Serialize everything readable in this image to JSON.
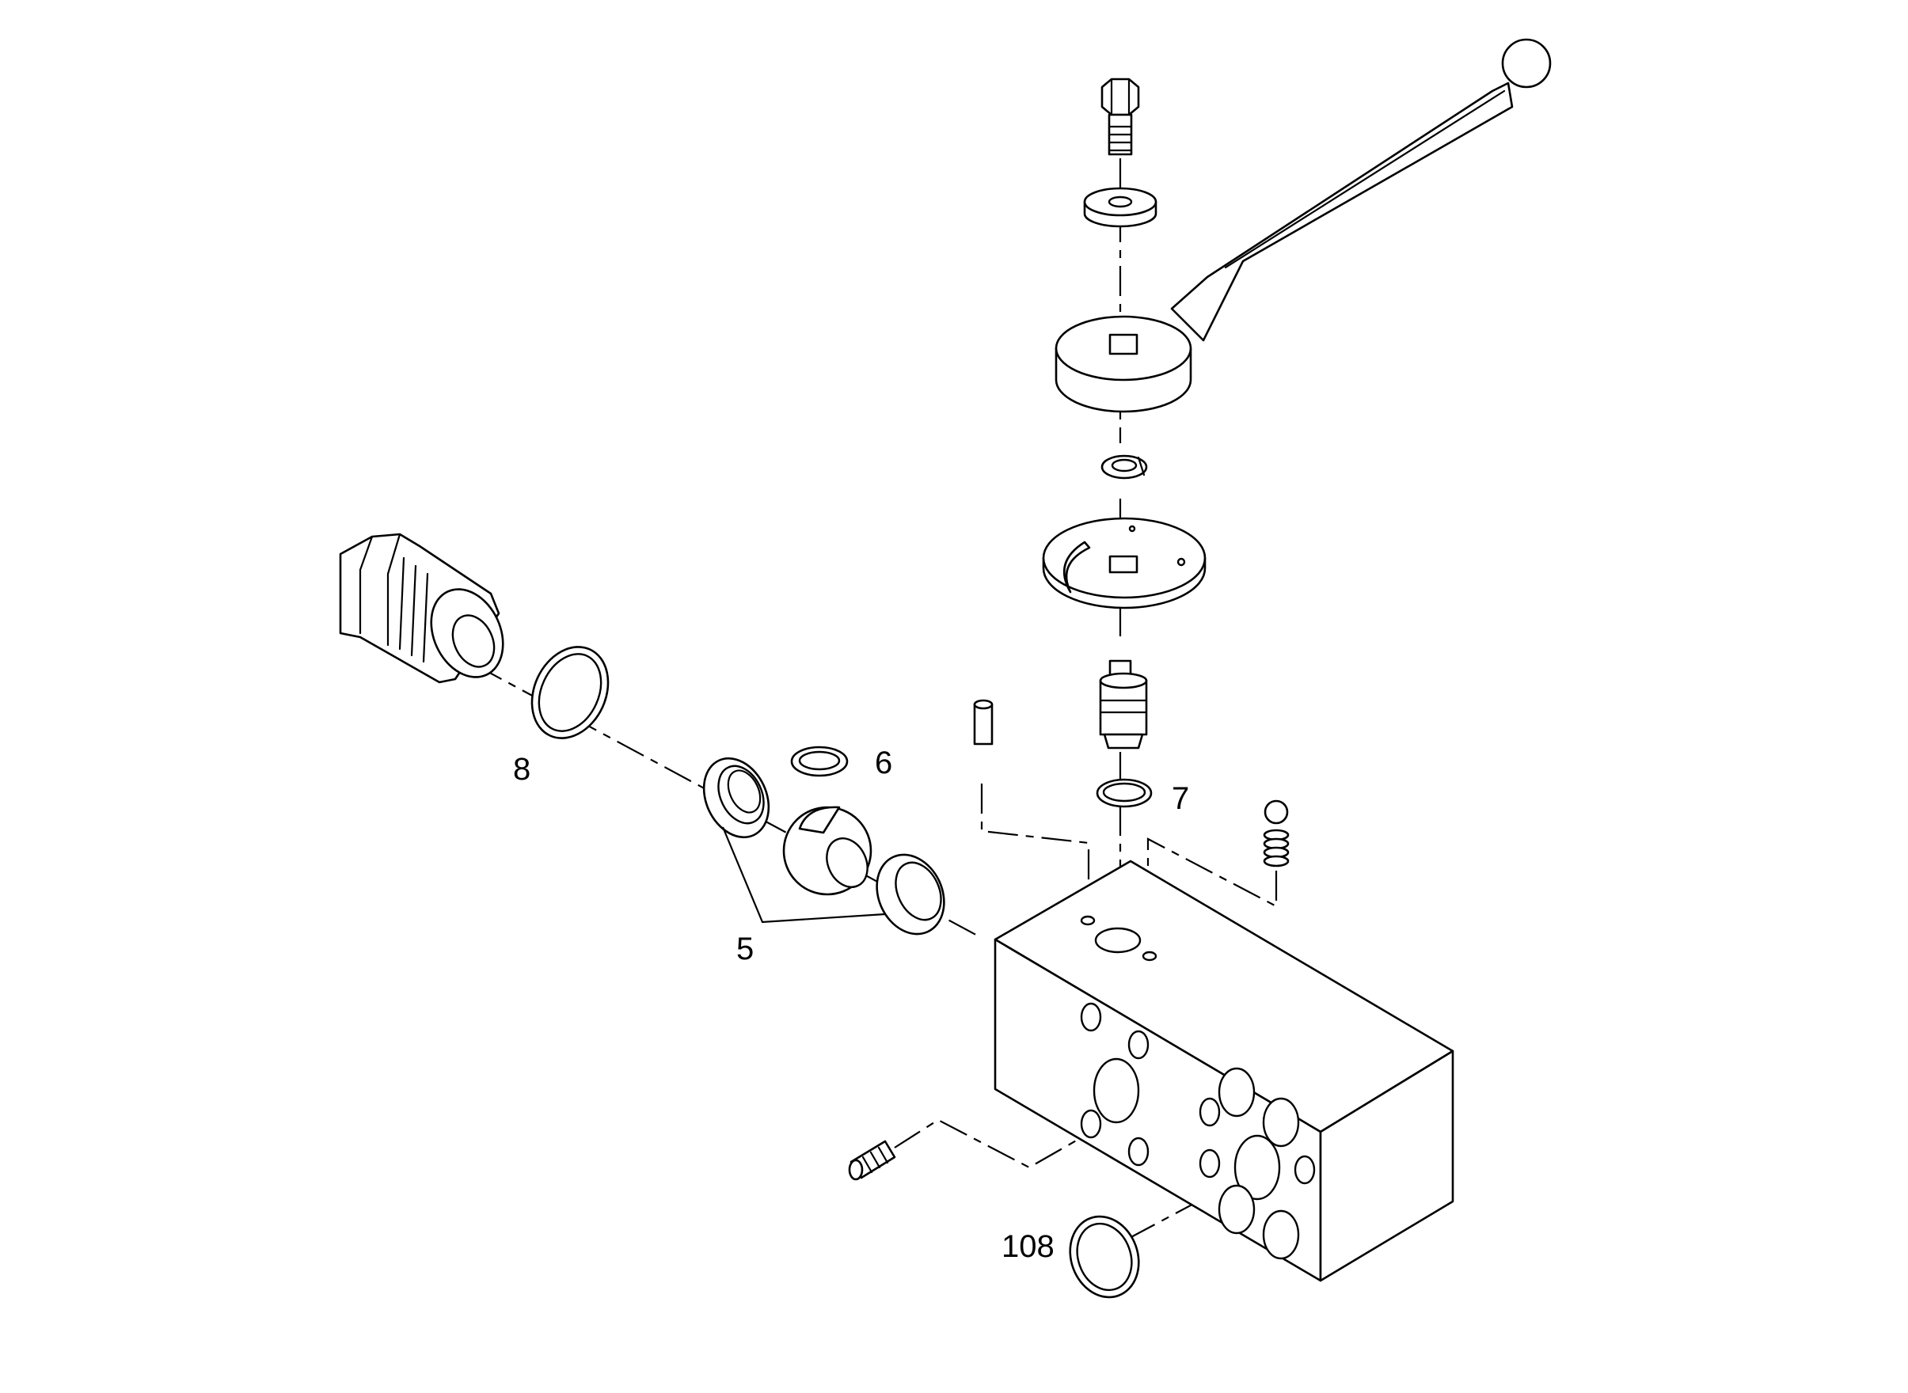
{
  "diagram": {
    "type": "exploded-parts-diagram",
    "callouts": [
      {
        "id": "callout-5",
        "label": "5"
      },
      {
        "id": "callout-6",
        "label": "6"
      },
      {
        "id": "callout-7",
        "label": "7"
      },
      {
        "id": "callout-8",
        "label": "8"
      },
      {
        "id": "callout-108",
        "label": "108"
      }
    ],
    "parts": [
      "hex-bolt",
      "flat-washer",
      "lever-handle",
      "snap-ring",
      "stop-plate",
      "valve-stem",
      "stem-o-ring",
      "dowel-pin",
      "detent-ball",
      "detent-spring",
      "valve-body",
      "set-screw",
      "port-o-ring",
      "ball-seat-left",
      "ball-seat-right",
      "valve-ball",
      "ball-o-ring",
      "end-cap-fitting",
      "end-cap-o-ring"
    ],
    "colors": {
      "line": "#000000",
      "background": "#ffffff"
    }
  }
}
